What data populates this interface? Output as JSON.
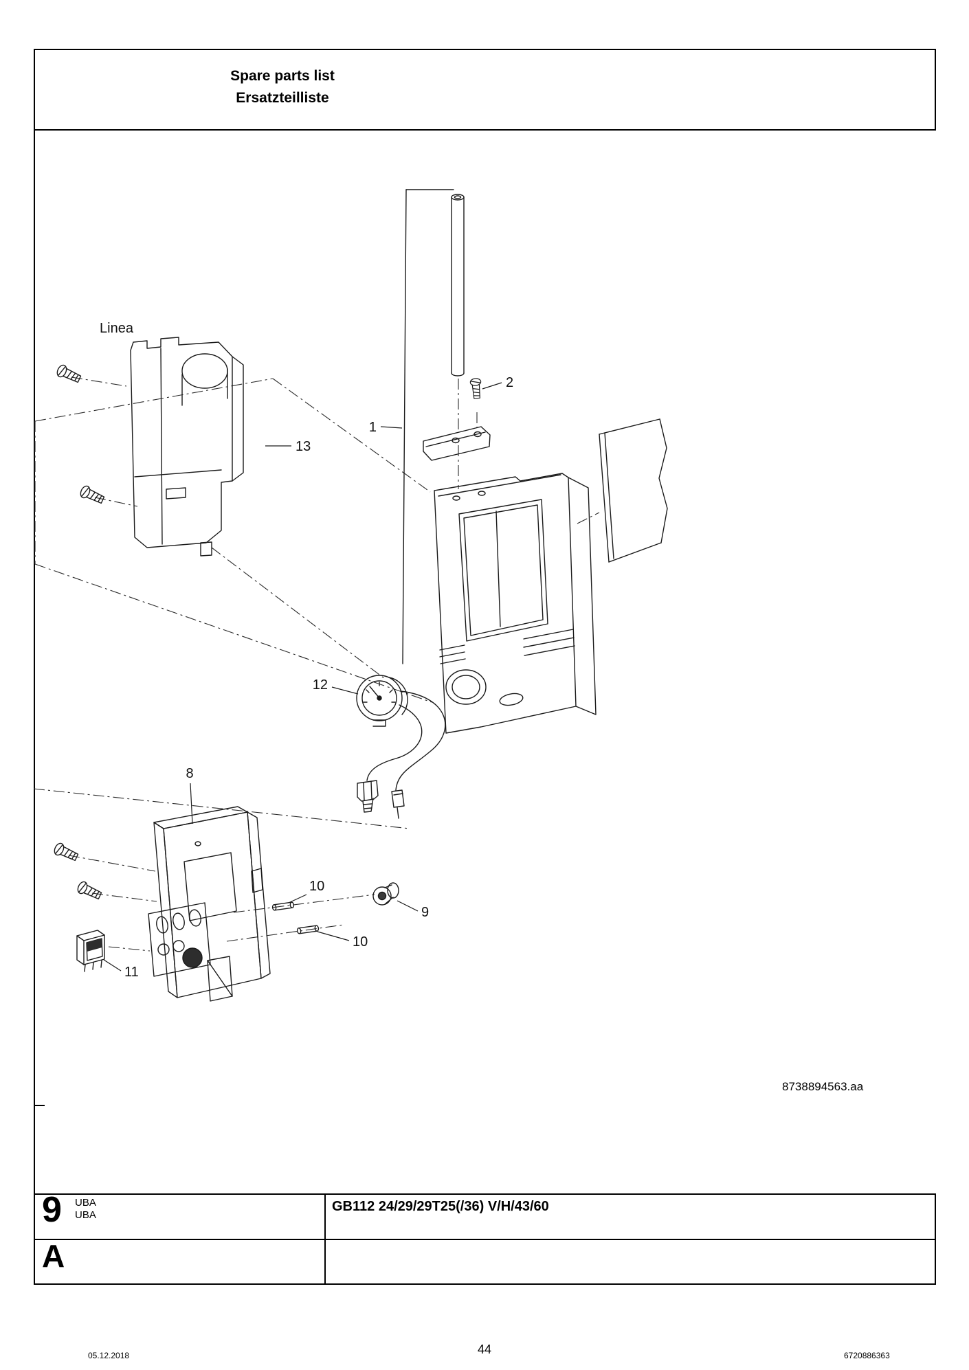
{
  "header": {
    "title_en": "Spare parts list",
    "title_de": "Ersatzteilliste"
  },
  "diagram": {
    "label_linea": "Linea",
    "callouts": {
      "c1": "1",
      "c2": "2",
      "c8": "8",
      "c9": "9",
      "c10a": "10",
      "c10b": "10",
      "c11": "11",
      "c12": "12",
      "c13": "13"
    },
    "drawing_number": "8738894563.aa"
  },
  "title_block": {
    "section_number": "9",
    "uba_top": "UBA",
    "uba_bottom": "UBA",
    "revision": "A",
    "model": "GB112 24/29/29T25(/36) V/H/43/60"
  },
  "footer": {
    "date": "05.12.2018",
    "page_number": "44",
    "doc_number": "6720886363"
  }
}
